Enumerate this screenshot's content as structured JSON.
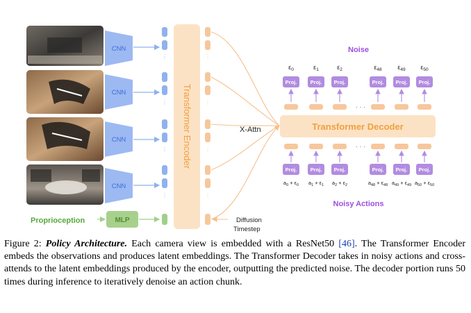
{
  "figure": {
    "cnn_label": "CNN",
    "mlp_label": "MLP",
    "proprio_label": "Proprioception",
    "encoder_label": "Transformer Encoder",
    "xattn_label": "X-Attn",
    "diffusion_label_1": "Diffusion",
    "diffusion_label_2": "Timestep",
    "noise_title": "Noise",
    "noisy_actions_title": "Noisy Actions",
    "decoder_label": "Transformer Decoder",
    "proj_label": "Proj.",
    "ellipsis": "· · ·",
    "noise_labels": [
      {
        "eps": "ε",
        "sub": "0"
      },
      {
        "eps": "ε",
        "sub": "1"
      },
      {
        "eps": "ε",
        "sub": "2"
      },
      {
        "eps": "ε",
        "sub": "48"
      },
      {
        "eps": "ε",
        "sub": "49"
      },
      {
        "eps": "ε",
        "sub": "50"
      }
    ],
    "action_labels": [
      {
        "a": "0",
        "e": "0"
      },
      {
        "a": "1",
        "e": "1"
      },
      {
        "a": "2",
        "e": "2"
      },
      {
        "a": "48",
        "e": "48"
      },
      {
        "a": "49",
        "e": "49"
      },
      {
        "a": "50",
        "e": "50"
      }
    ],
    "colors": {
      "cnn": "#9db9f2",
      "cnn_text": "#3b6fd9",
      "mlp": "#a8d08d",
      "green_text": "#5aa83a",
      "encoder": "#fce2c4",
      "encoder_text": "#f0a040",
      "token_orange": "#f7c79c",
      "token_blue": "#8fb2ee",
      "token_green": "#9fd08a",
      "proj": "#b18ce0",
      "purple_text": "#9c4fe0",
      "arrow_blue": "#8fb2ee",
      "arrow_orange": "#f5c08c"
    }
  },
  "caption": {
    "prefix": "Figure 2: ",
    "title": "Policy Architecture.",
    "part1": " Each camera view is embedded with a ResNet50 ",
    "ref": "[46]",
    "part2": ". The Transformer Encoder embeds the observations and produces latent embeddings. The Transformer Decoder takes in noisy actions and cross-attends to the latent embeddings produced by the encoder, outputting the predicted noise. The decoder portion runs 50 times during inference to iteratively denoise an action chunk."
  }
}
